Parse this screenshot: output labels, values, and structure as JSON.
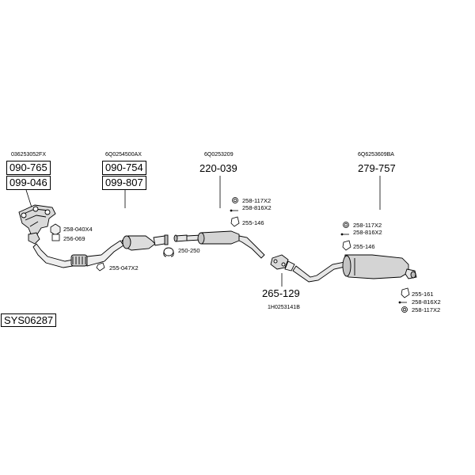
{
  "diagram": {
    "system_code": "SYS06287",
    "groups": [
      {
        "oem": "036253052FX",
        "parts": [
          "090-765",
          "099-046"
        ]
      },
      {
        "oem": "6Q0254500AX",
        "parts": [
          "090-754",
          "099-807"
        ]
      },
      {
        "oem": "6Q0253209",
        "parts": [
          "220-039"
        ]
      },
      {
        "oem": "6Q6253609BA",
        "parts": [
          "279-757"
        ]
      },
      {
        "oem": "1H0253141B",
        "parts": [
          "265-129"
        ]
      }
    ],
    "fittings": {
      "manifold": [
        "258-040X4",
        "256-069",
        "255-047X2"
      ],
      "flange": [
        "250-250"
      ],
      "middle": [
        "258-117X2",
        "258-816X2",
        "255-146"
      ],
      "rear_front": [
        "258-117X2",
        "258-816X2",
        "255-146"
      ],
      "rear_end": [
        "255-161",
        "258-816X2",
        "258-117X2"
      ]
    }
  }
}
